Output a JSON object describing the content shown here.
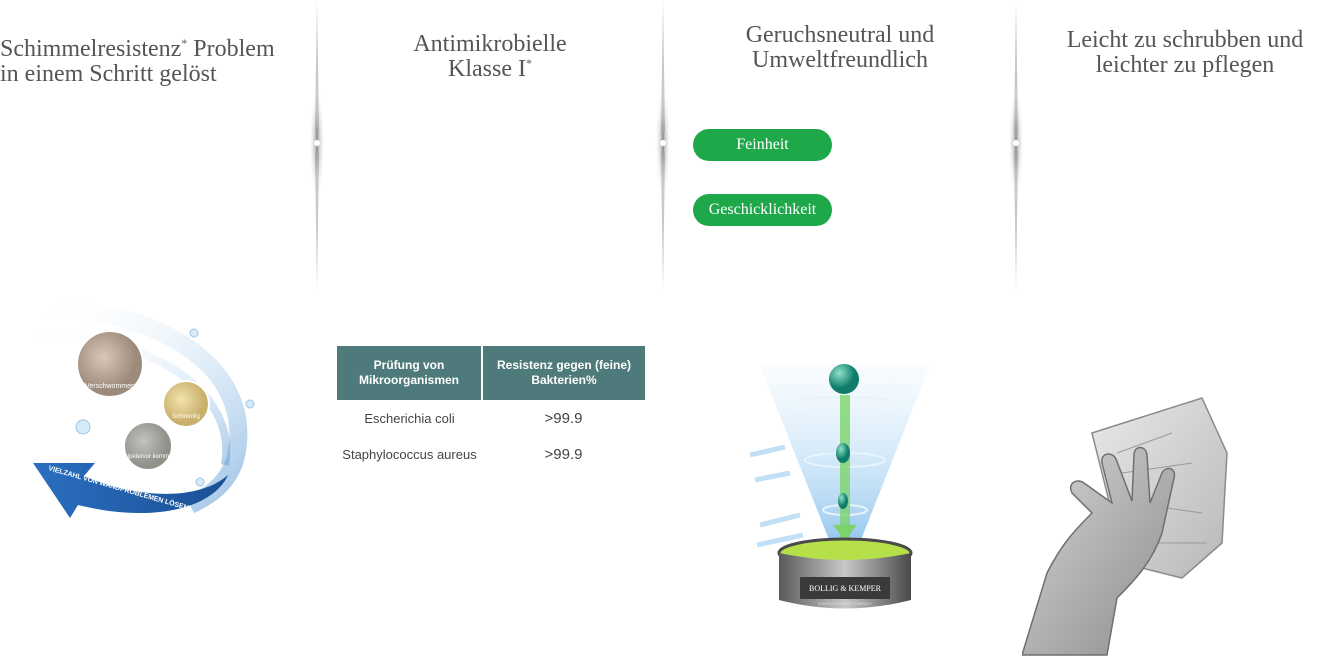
{
  "features": [
    {
      "title_line1": "Schimmelresistenz",
      "title_sup": "*",
      "title_line1b": " Problem",
      "title_line2": "in einem Schritt gelöst"
    },
    {
      "title_line1": "Antimikrobielle",
      "title_line2": "Klasse I",
      "title_sup": "*"
    },
    {
      "title_line1": "Geruchsneutral und",
      "title_line2": "Umweltfreundlich"
    },
    {
      "title_line1": "Leicht zu schrubben und",
      "title_line2": "leichter zu pflegen"
    }
  ],
  "pills": [
    {
      "label": "Feinheit"
    },
    {
      "label": "Geschicklichkeit"
    }
  ],
  "wall_problems": {
    "circles": [
      "Verschwommen",
      "Schimmlig",
      "Salpetervor kommen"
    ],
    "arrow_text": "VIELZAHL VON WANDPROBLEMEN LÖSEN"
  },
  "table": {
    "headers": [
      "Prüfung von Mikroorganismen",
      "Resistenz gegen (feine) Bakterien%"
    ],
    "rows": [
      {
        "organism": "Escherichia coli",
        "value": ">99.9"
      },
      {
        "organism": "Staphylococcus aureus",
        "value": ">99.9"
      }
    ]
  },
  "paint_can": {
    "brand": "BOLLIG & KEMPER",
    "tagline": "A WISDOM PAINT COMPANY"
  },
  "colors": {
    "accent_green": "#1ea84a",
    "table_header": "#4f7a7b",
    "title_text": "#555555"
  }
}
